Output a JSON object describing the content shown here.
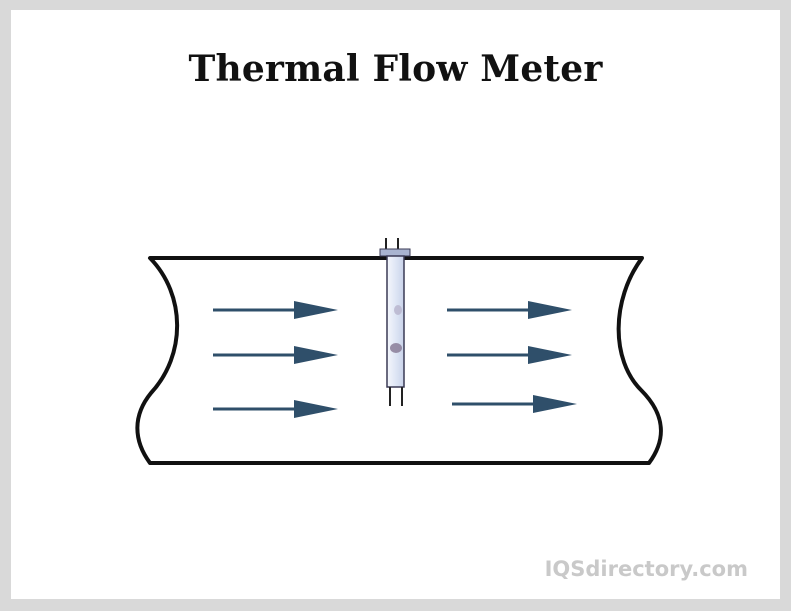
{
  "title": "Thermal Flow Meter",
  "watermark": "IQSdirectory.com",
  "colors": {
    "arrow": "#2f4f6a",
    "pipe_outline": "#111111",
    "probe_fill": "#dfe6f5",
    "probe_outline": "#3a3a55",
    "probe_cap": "#a9b4d0",
    "sensor_spot": "#8a7c98",
    "background": "#ffffff",
    "frame": "#d9d9d9"
  },
  "icons": {
    "flow_arrows": "right-arrow",
    "probe": "thermal-probe"
  }
}
